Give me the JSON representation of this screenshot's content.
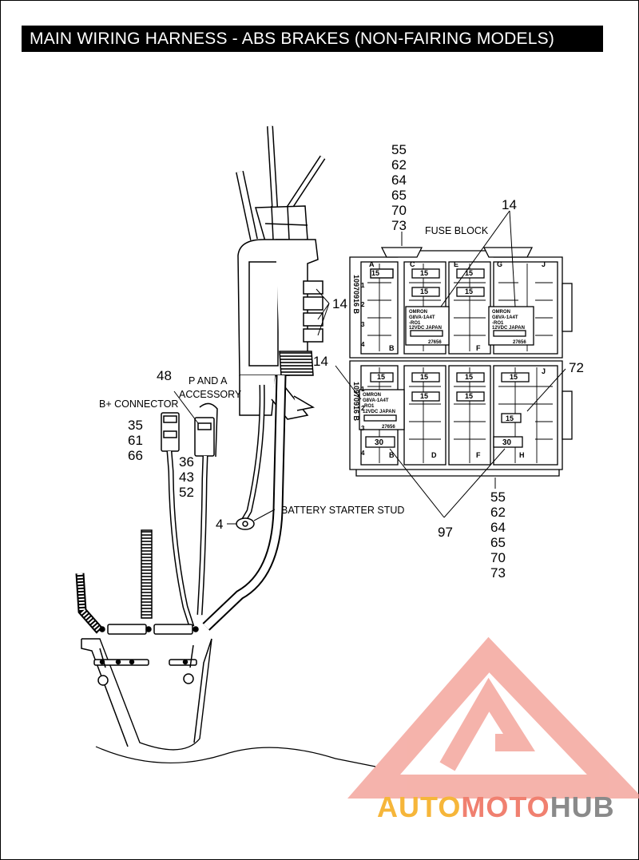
{
  "title": "MAIN WIRING HARNESS - ABS BRAKES (NON-FAIRING MODELS)",
  "labels": {
    "fuse_block": "FUSE BLOCK",
    "b_plus_connector": "B+ CONNECTOR",
    "p_and_a_line1": "P AND A",
    "p_and_a_line2": "ACCESSORY",
    "battery_starter_stud": "BATTERY STARTER STUD"
  },
  "callouts": {
    "top_stack": [
      "55",
      "62",
      "64",
      "65",
      "70",
      "73"
    ],
    "bottom_stack": [
      "55",
      "62",
      "64",
      "65",
      "70",
      "73"
    ],
    "b_plus_stack": [
      "35",
      "61",
      "66"
    ],
    "p_and_a_stack": [
      "36",
      "43",
      "52"
    ],
    "c14_top": "14",
    "c14_side": "14",
    "c14_left": "14",
    "c48": "48",
    "c72": "72",
    "c4": "4",
    "c97": "97"
  },
  "fuse_block": {
    "columns_top": [
      "A",
      "C",
      "E",
      "G",
      "J"
    ],
    "columns_bottom_top": [
      "J"
    ],
    "columns_bottom": [
      "B",
      "D",
      "F",
      "H"
    ],
    "rows": [
      "1",
      "2",
      "3",
      "4"
    ],
    "part_no": "10970916 B",
    "fuse_15": "15",
    "fuse_30": "30",
    "relay_lines": [
      "OMRON",
      "G8VA-1A4T",
      "-RO1",
      "12VDC    JAPAN"
    ],
    "relay_code": "27656"
  },
  "watermark": {
    "auto": "AUTO",
    "moto": "MOTO",
    "hub": "HUB",
    "colors": {
      "auto": "#f6b63a",
      "moto": "#f08070",
      "hub": "#8a8a8a",
      "triangle": "#f29a90"
    }
  }
}
